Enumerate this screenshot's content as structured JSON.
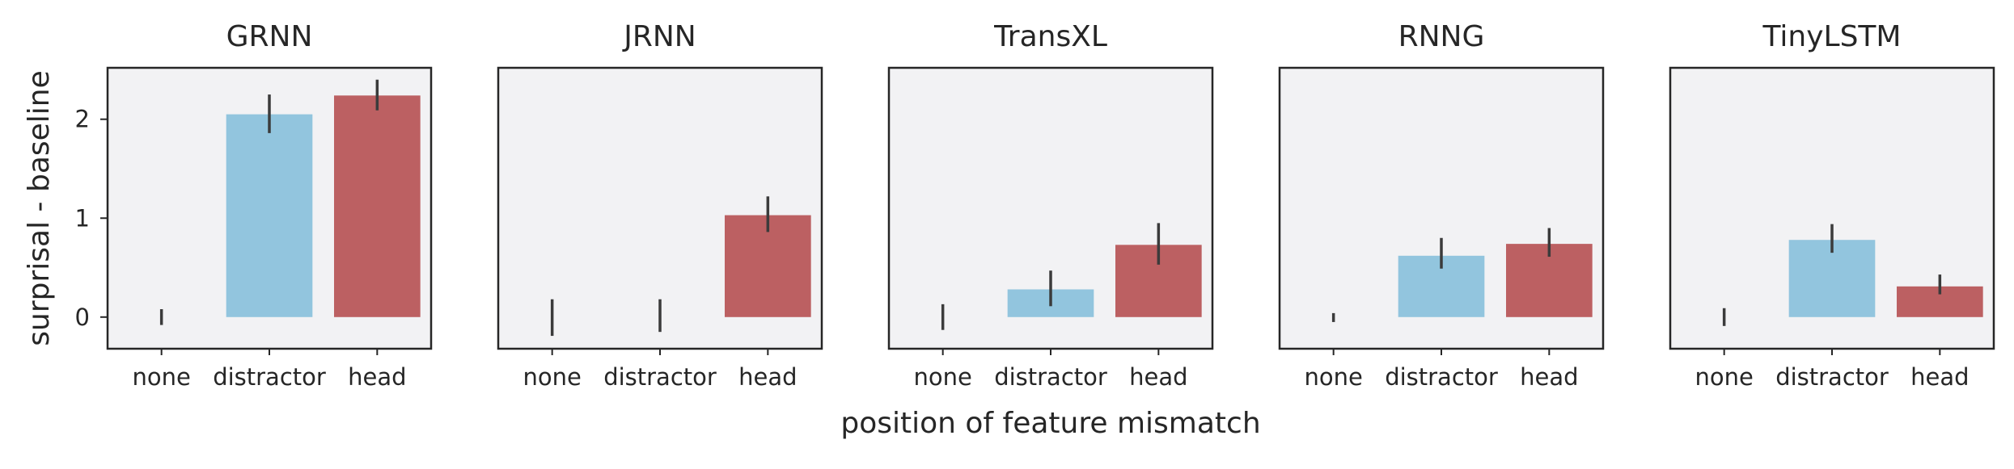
{
  "chart_data": {
    "type": "bar",
    "xlabel": "position of feature mismatch",
    "ylabel": "surprisal - baseline",
    "ylim": [
      -0.32,
      2.52
    ],
    "yticks": [
      0,
      1,
      2
    ],
    "sharey": true,
    "categories": [
      "none",
      "distractor",
      "head"
    ],
    "colors": {
      "none": "#92c5de",
      "distractor": "#92c5de",
      "head": "#bc6062"
    },
    "panel_background": "#f2f2f4",
    "grid": false,
    "panels": [
      {
        "title": "GRNN",
        "values": [
          0.0,
          2.05,
          2.24
        ],
        "ci_low": [
          -0.08,
          1.86,
          2.09
        ],
        "ci_high": [
          0.08,
          2.25,
          2.4
        ]
      },
      {
        "title": "JRNN",
        "values": [
          0.0,
          0.0,
          1.03
        ],
        "ci_low": [
          -0.19,
          -0.15,
          0.86
        ],
        "ci_high": [
          0.18,
          0.18,
          1.22
        ]
      },
      {
        "title": "TransXL",
        "values": [
          0.0,
          0.28,
          0.73
        ],
        "ci_low": [
          -0.13,
          0.11,
          0.53
        ],
        "ci_high": [
          0.13,
          0.47,
          0.95
        ]
      },
      {
        "title": "RNNG",
        "values": [
          0.0,
          0.62,
          0.74
        ],
        "ci_low": [
          -0.05,
          0.49,
          0.61
        ],
        "ci_high": [
          0.04,
          0.8,
          0.9
        ]
      },
      {
        "title": "TinyLSTM",
        "values": [
          0.0,
          0.78,
          0.31
        ],
        "ci_low": [
          -0.09,
          0.65,
          0.23
        ],
        "ci_high": [
          0.09,
          0.94,
          0.43
        ]
      }
    ]
  }
}
